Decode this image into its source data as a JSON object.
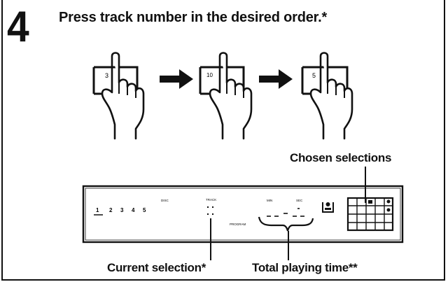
{
  "step": {
    "number": "4",
    "instruction": "Press track number in the desired order.*"
  },
  "keys": [
    {
      "label": "3"
    },
    {
      "label": "10"
    },
    {
      "label": "5"
    }
  ],
  "display": {
    "track_numbers": [
      "1",
      "2",
      "3",
      "4",
      "5"
    ],
    "program_label": "PROGRAM",
    "small_labels": [
      "DISC",
      "TRACK",
      "MIN",
      "SEC"
    ]
  },
  "callouts": {
    "chosen_selections": "Chosen selections",
    "current_selection": "Current selection*",
    "total_playing_time": "Total playing time**"
  }
}
